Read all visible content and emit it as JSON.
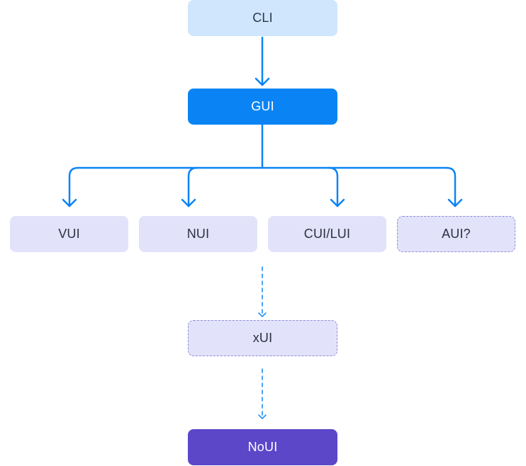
{
  "diagram": {
    "nodes": {
      "cli": {
        "label": "CLI"
      },
      "gui": {
        "label": "GUI"
      },
      "vui": {
        "label": "VUI"
      },
      "nui": {
        "label": "NUI"
      },
      "cui_lui": {
        "label": "CUI/LUI"
      },
      "aui": {
        "label": "AUI?"
      },
      "xui": {
        "label": "xUI"
      },
      "noui": {
        "label": "NoUI"
      }
    },
    "edges": [
      {
        "from": "CLI",
        "to": "GUI",
        "style": "solid"
      },
      {
        "from": "GUI",
        "to": "VUI",
        "style": "solid"
      },
      {
        "from": "GUI",
        "to": "NUI",
        "style": "solid"
      },
      {
        "from": "GUI",
        "to": "CUI/LUI",
        "style": "solid"
      },
      {
        "from": "GUI",
        "to": "AUI?",
        "style": "solid"
      },
      {
        "from": "CUI/LUI",
        "to": "xUI",
        "style": "dashed"
      },
      {
        "from": "xUI",
        "to": "NoUI",
        "style": "dashed"
      }
    ],
    "colors": {
      "connector": "#0a84f5",
      "cli_fill": "#cfe6fd",
      "gui_fill": "#0a84f5",
      "branch_fill": "#e2e2fa",
      "dashed_border": "#8f8fd6",
      "noui_fill": "#5b47c8"
    }
  }
}
